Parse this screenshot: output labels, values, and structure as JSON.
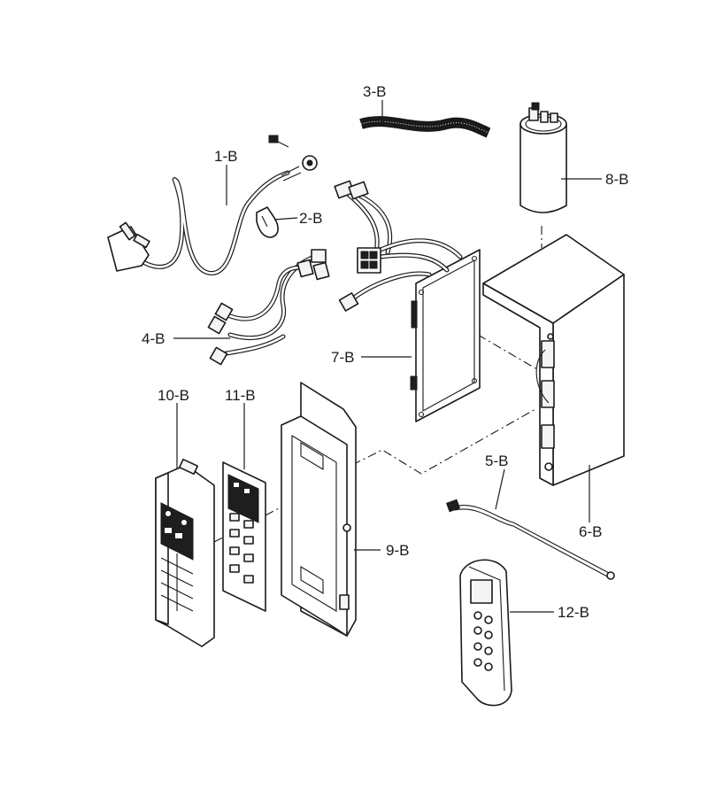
{
  "labels": {
    "part_1b": "1-B",
    "part_2b": "2-B",
    "part_3b": "3-B",
    "part_4b": "4-B",
    "part_5b": "5-B",
    "part_6b": "6-B",
    "part_7b": "7-B",
    "part_8b": "8-B",
    "part_9b": "9-B",
    "part_10b": "10-B",
    "part_11b": "11-B",
    "part_12b": "12-B"
  }
}
